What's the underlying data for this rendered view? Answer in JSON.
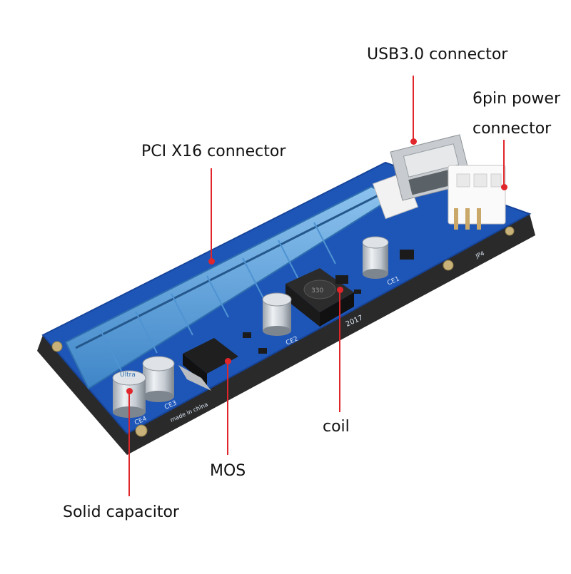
{
  "labels": {
    "usb": "USB3.0 connector",
    "power_line1": "6pin power",
    "power_line2": "connector",
    "pci": "PCI X16 connector",
    "coil": "coil",
    "mos": "MOS",
    "capacitor": "Solid capacitor"
  },
  "board": {
    "capacitors": [
      {
        "id": "ce1",
        "text": "CE1"
      },
      {
        "id": "ce2",
        "text": "CE2"
      },
      {
        "id": "ce3",
        "text": "CE3"
      },
      {
        "id": "ce4",
        "text": "CE4"
      }
    ],
    "silk_made": "made in china",
    "silk_jp4": "JP4",
    "silk_date": "2017",
    "coil_mark": "330",
    "cap_brand": "Ultra"
  },
  "colors": {
    "pcb": "#1e56b8",
    "slot": "#63a8e0",
    "leader": "#e0262b"
  }
}
